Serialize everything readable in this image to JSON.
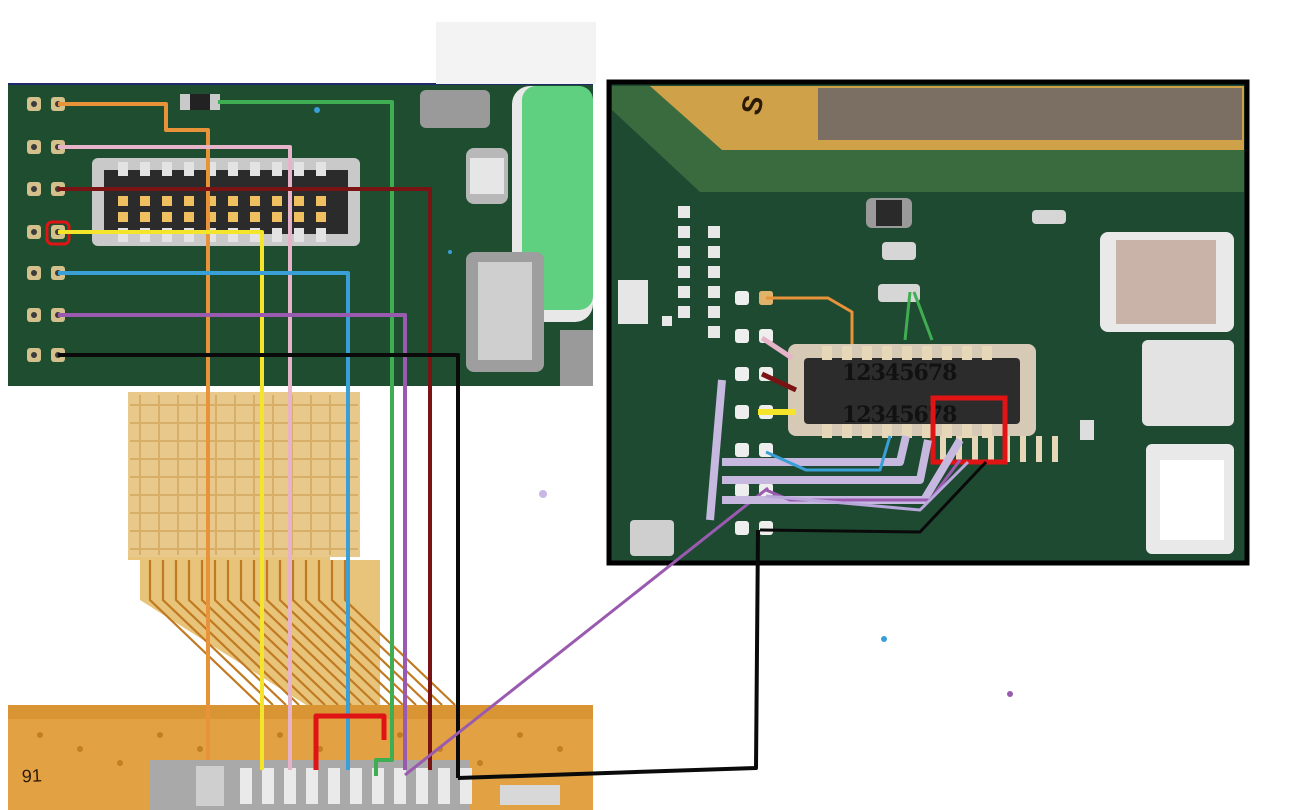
{
  "pin_labels": {
    "top_row": "12345678",
    "bottom_row": "12345678"
  },
  "flex_marking": "91",
  "corner_mark": "S",
  "colors": {
    "board_green": "#1d4a2e",
    "flex_gold": "#d79a3e",
    "wire_orange": "#e8923a",
    "wire_green": "#3fae52",
    "wire_pink": "#e6b3c9",
    "wire_darkred": "#7a1414",
    "wire_yellow": "#f4e52a",
    "wire_blue": "#3a9fd6",
    "wire_purple": "#9a5ab0",
    "wire_black": "#0a0a0a",
    "wire_lavender": "#c7b8e0",
    "highlight_red": "#e01414"
  }
}
